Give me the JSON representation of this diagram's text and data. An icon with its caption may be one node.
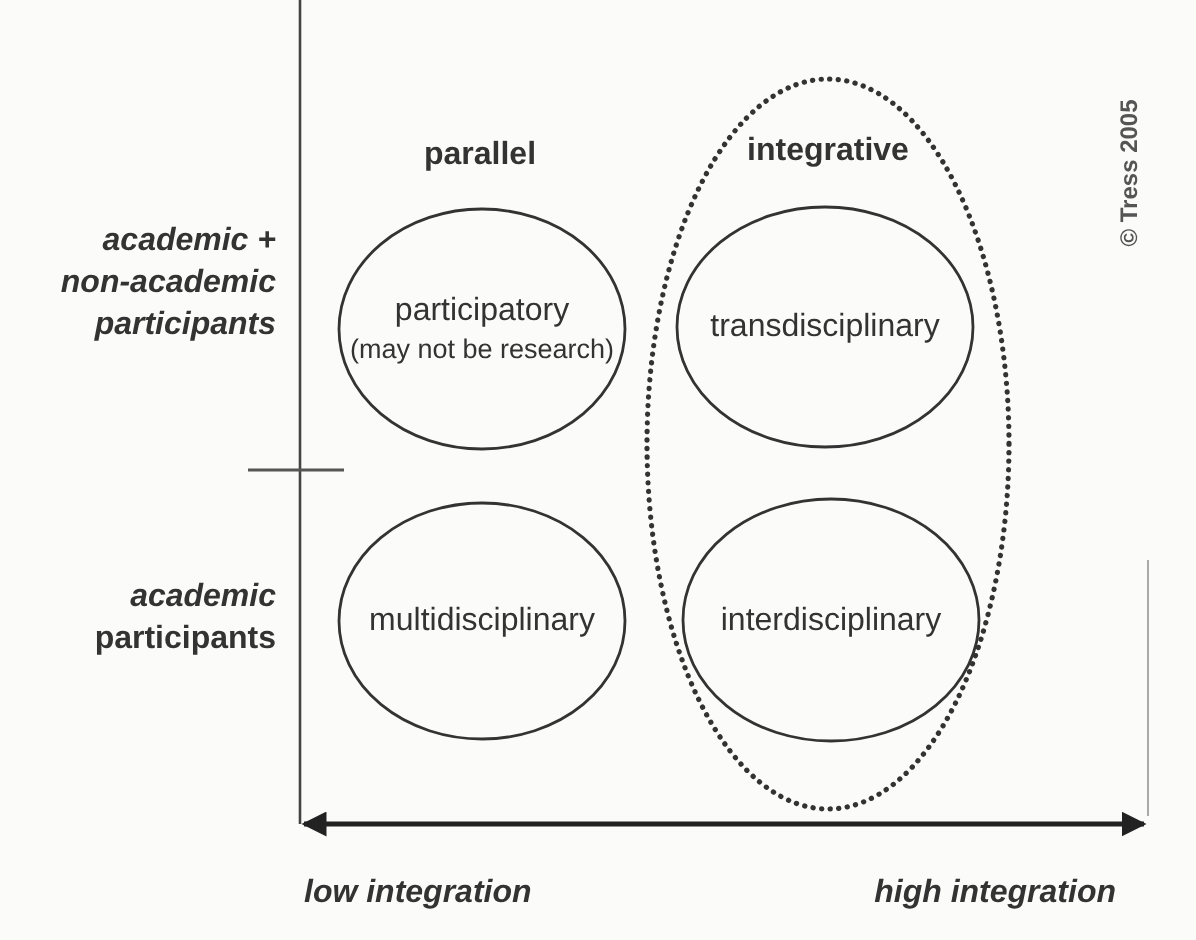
{
  "diagram": {
    "nodes": [
      {
        "text": [
          "integrative"
        ]
      },
      {
        "text": [
          "participatory",
          "(may not be research)"
        ]
      },
      {
        "text": [
          "transdisciplinary"
        ],
        "in": 0
      },
      {
        "text": [
          "multidisciplinary"
        ]
      },
      {
        "text": [
          "interdisciplinary"
        ],
        "in": 0
      }
    ],
    "edges": [],
    "labels": [
      "parallel",
      "academic + non-academic participants",
      "*academic* participants",
      "low integration",
      "high integration",
      "© Tress 2005"
    ]
  }
}
